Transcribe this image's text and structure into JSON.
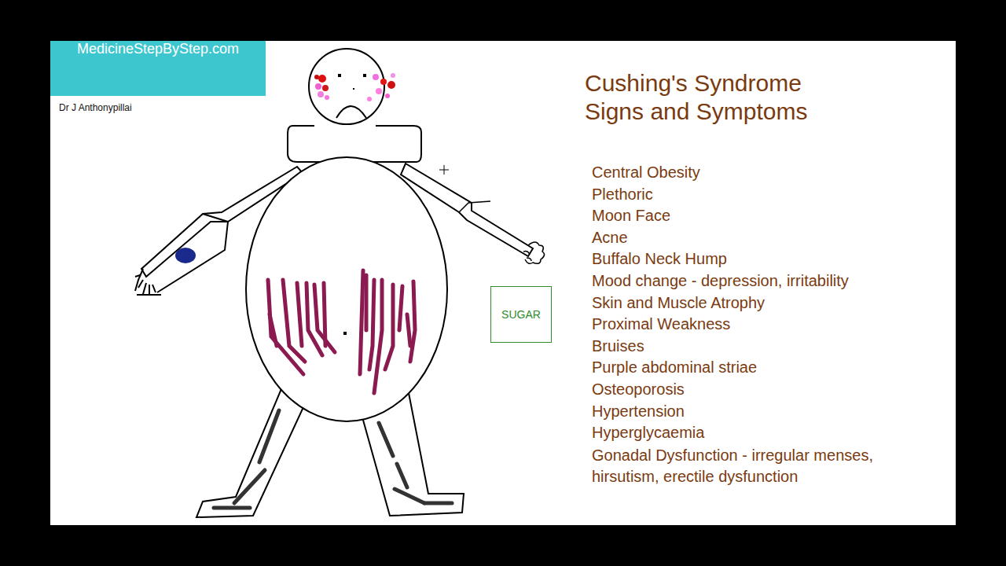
{
  "diagram": {
    "title": "Cushing's Syndrome Signs and Symptoms",
    "nodes": [
      {
        "text": [
          "MedicineStepByStep.com"
        ]
      },
      {
        "text": [
          "SUGAR"
        ]
      }
    ],
    "labels": [
      "Dr J Anthonypillai",
      "Central Obesity",
      "Plethoric",
      "Moon Face",
      "Acne",
      "Buffalo Neck Hump",
      "Mood change - depression, irritability",
      "Skin and Muscle Atrophy",
      "Proximal Weakness",
      "Bruises",
      "Purple abdominal striae",
      "Osteoporosis",
      "Hypertension",
      "Hyperglycaemia",
      "Gonadal Dysfunction - irregular menses, hirsutism, erectile dysfunction"
    ]
  }
}
